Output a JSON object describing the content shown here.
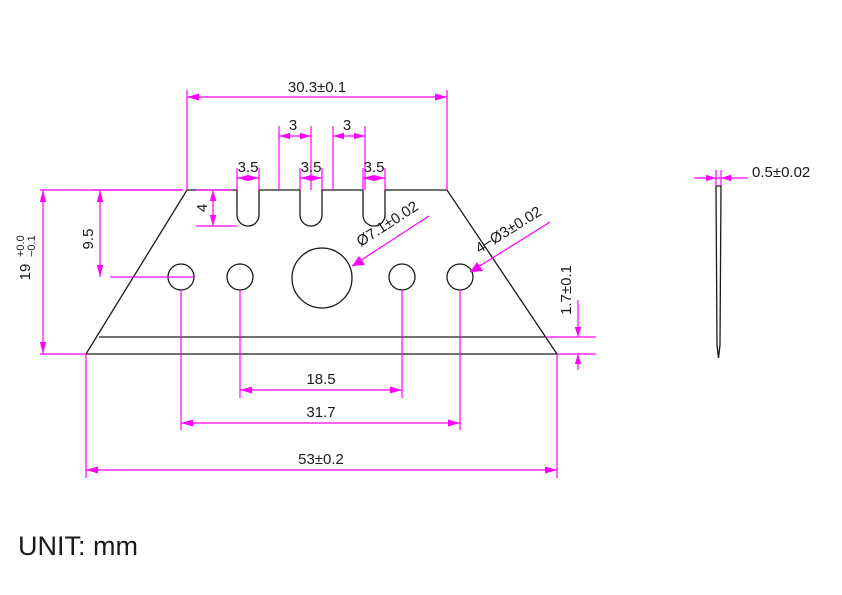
{
  "drawing": {
    "unit_note": "UNIT: mm",
    "colors": {
      "dimension": "#ff00ff",
      "geometry": "#1a1a1a",
      "background": "#ffffff"
    },
    "views": {
      "front": {
        "name": "front-view",
        "description": "Trapezoidal plate with three top slots, four small holes and one large central hole"
      },
      "side": {
        "name": "side-view",
        "description": "Thin tapered edge view of the plate"
      }
    },
    "dimensions": {
      "top_overall": "30.3±0.1",
      "slot_pitch_left": "3",
      "slot_pitch_right": "3",
      "slot_width_1": "3.5",
      "slot_width_2": "3.5",
      "slot_width_3": "3.5",
      "slot_depth": "4",
      "height_overall": "19",
      "height_tol_upper": "+0.0",
      "height_tol_lower": "−0.1",
      "height_to_holes": "9.5",
      "bevel_height": "1.7±0.1",
      "center_hole": "Ø7.1±0.02",
      "small_holes": "4−Ø3±0.02",
      "hole_span_inner": "18.5",
      "hole_span_outer": "31.7",
      "width_overall": "53±0.2",
      "thickness": "0.5±0.02"
    }
  }
}
